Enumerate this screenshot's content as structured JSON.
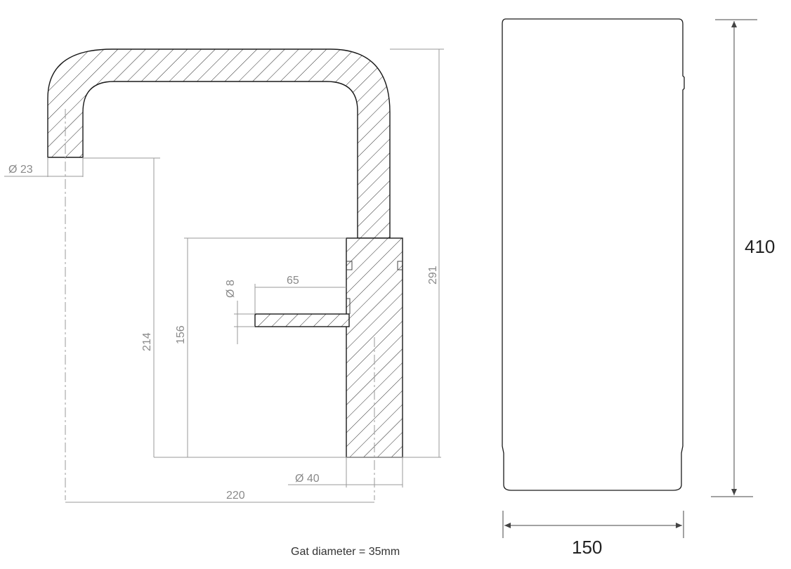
{
  "dimensions": {
    "spout_diameter": "Ø 23",
    "handle_diameter": "Ø 8",
    "handle_length": "65",
    "body_diameter": "Ø 40",
    "reach": "220",
    "total_height": "291",
    "spout_height": "214",
    "handle_height": "156",
    "tank_height": "410",
    "tank_width": "150"
  },
  "note": "Gat diameter = 35mm",
  "colors": {
    "outline": "#1a1a1a",
    "dimension_line": "#9a9a9a",
    "dimension_text": "#8a8a8a"
  }
}
